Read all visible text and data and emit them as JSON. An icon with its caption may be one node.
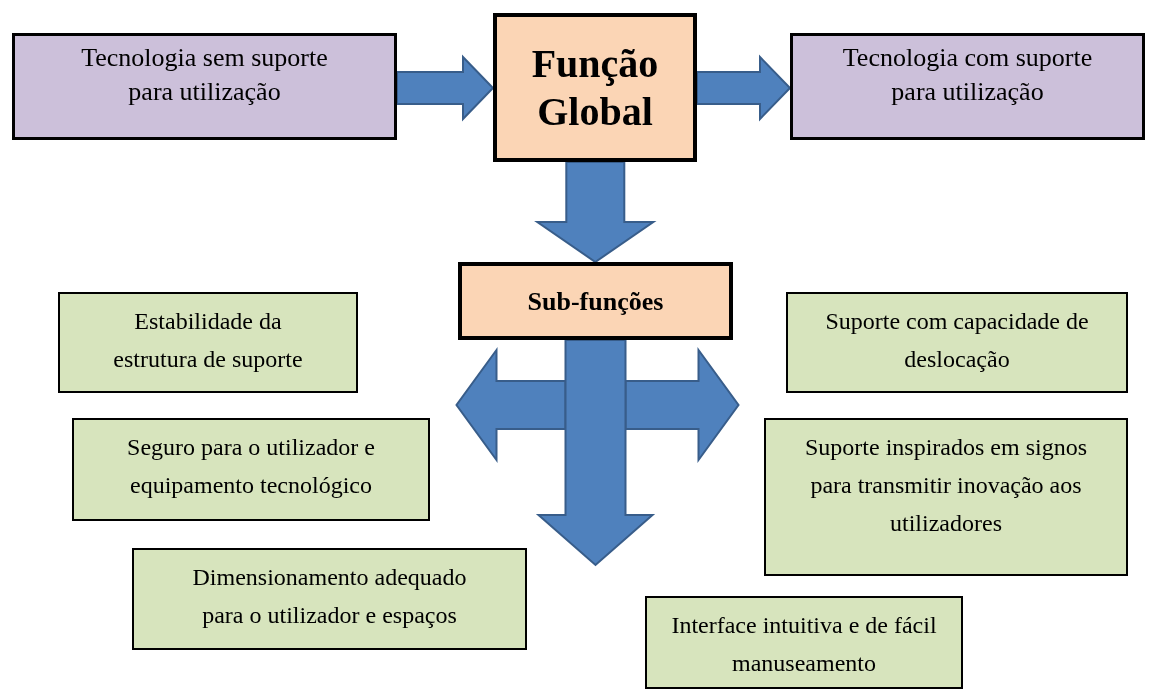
{
  "diagram": {
    "nodes": [
      {
        "text": [
          "Tecnologia sem suporte para utilização"
        ]
      },
      {
        "text": [
          "Função Global"
        ]
      },
      {
        "text": [
          "Tecnologia com suporte para utilização"
        ]
      },
      {
        "text": [
          "Sub-funções"
        ]
      },
      {
        "text": [
          "Estabilidade da estrutura de suporte"
        ]
      },
      {
        "text": [
          "Suporte com capacidade de deslocação"
        ]
      },
      {
        "text": [
          "Seguro para o utilizador e equipamento tecnológico"
        ]
      },
      {
        "text": [
          "Suporte inspirados em signos para transmitir inovação aos utilizadores"
        ]
      },
      {
        "text": [
          "Dimensionamento adequado para o utilizador e espaços"
        ]
      },
      {
        "text": [
          "Interface intuitiva e de fácil manuseamento"
        ]
      }
    ],
    "edges": [
      {
        "from": 0,
        "to": 1,
        "arrow": "to"
      },
      {
        "from": 1,
        "to": 2,
        "arrow": "to"
      },
      {
        "from": 1,
        "to": 3,
        "arrow": "to"
      },
      {
        "from": 3,
        "to": null,
        "arrow": "to"
      },
      {
        "from": 3,
        "to": null,
        "arrow": "to"
      },
      {
        "from": 3,
        "to": null,
        "arrow": "to"
      }
    ]
  }
}
